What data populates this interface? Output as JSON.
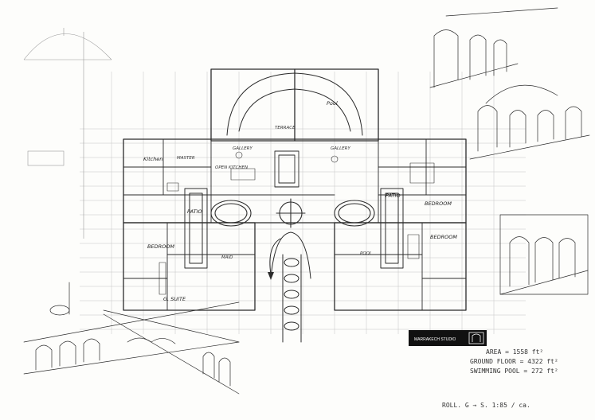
{
  "plan": {
    "rooms": {
      "pool": "Pool",
      "terrace": "TERRACE",
      "gallery_left": "GALLERY",
      "gallery_right": "GALLERY",
      "open_kitchen": "OPEN KITCHEN",
      "kitchen": "Kitchen",
      "master": "MASTER",
      "patio_left": "PATIO",
      "patio_right": "PATIO",
      "bedroom_left": "BEDROOM",
      "bedroom_right": "BEDROOM",
      "bedroom_right2": "BEDROOM",
      "maid": "MAID",
      "g_suite": "G. SUITE",
      "pool_right": "POOL"
    },
    "logo_text": "MARRAKECH STUDIO"
  },
  "notes": {
    "area": "AREA = 1558 ft²",
    "ground_floor": "GROUND FLOOR = 4322 ft²",
    "swimming_pool": "SWIMMING POOL = 272 ft²",
    "scale": "ROLL. G → S. 1:85 / ca."
  }
}
